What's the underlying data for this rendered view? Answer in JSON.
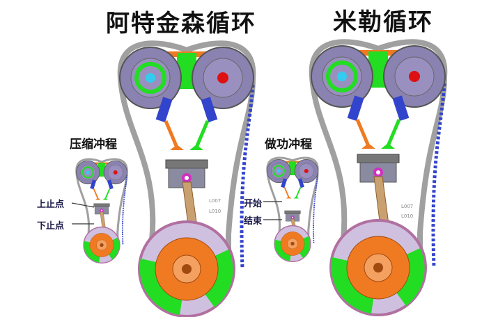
{
  "titles": {
    "atkinson": "阿特金森循环",
    "miller": "米勒循环"
  },
  "subtitles": {
    "compression": "压缩冲程",
    "power": "做功冲程"
  },
  "labels": {
    "tdc": "上止点",
    "bdc": "下止点",
    "start": "开始",
    "end": "结束"
  },
  "codes": {
    "a1": "L007",
    "a2": "L010",
    "b1": "L007",
    "b2": "L010"
  },
  "colors": {
    "cam_body": "#8a82b0",
    "green": "#22dd22",
    "orange": "#f07a22",
    "spring": "#3344cc",
    "chain": "#a0a0a0",
    "piston": "#6a6a80",
    "pin": "#d030c0",
    "crank_rim": "#b070a0"
  }
}
